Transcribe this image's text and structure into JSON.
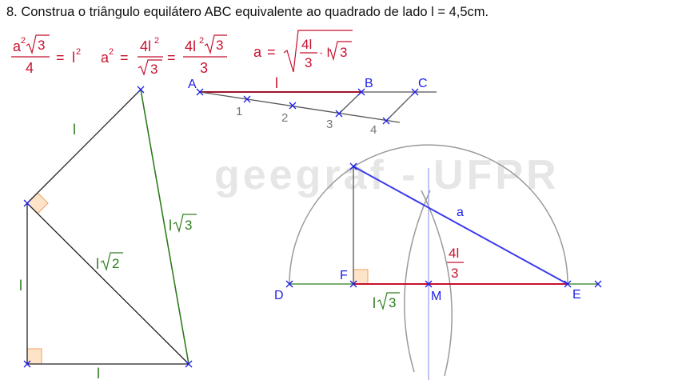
{
  "problem": {
    "text": "8. Construa o triângulo equilátero ABC equivalente ao quadrado de lado l = 4,5cm."
  },
  "watermark": "geegraf - UFPR",
  "formulas": {
    "eq1_num_a": "a",
    "eq1_num_exp": "2",
    "eq1_num_rad": "3",
    "eq1_den": "4",
    "eq1_equals": "=",
    "eq1_rhs_l": "l",
    "eq1_rhs_exp": "2",
    "eq2_lhs_a": "a",
    "eq2_lhs_exp": "2",
    "eq2_equals1": "=",
    "eq2_frac1_num": "4l",
    "eq2_frac1_num_exp": "2",
    "eq2_frac1_den_rad": "3",
    "eq2_equals2": "=",
    "eq2_frac2_num": "4l",
    "eq2_frac2_num_exp": "2",
    "eq2_frac2_num_rad": "3",
    "eq2_frac2_den": "3",
    "eq3_lhs": "a",
    "eq3_equals": "=",
    "eq3_inner_num": "4l",
    "eq3_inner_den": "3",
    "eq3_dot_l": "· l",
    "eq3_inner_rad": "3"
  },
  "left_figure": {
    "hyp_label": "l",
    "hyp_label_rad": "3",
    "diag_label": "l",
    "diag_label_rad": "2",
    "upper_leg_label": "l",
    "vertical_leg_label": "l",
    "bottom_leg_label": "l"
  },
  "division_figure": {
    "point_a": "A",
    "point_b": "B",
    "point_c": "C",
    "segment_label": "l",
    "tick_1": "1",
    "tick_2": "2",
    "tick_3": "3",
    "tick_4": "4"
  },
  "construction": {
    "point_d": "D",
    "point_f": "F",
    "point_m": "M",
    "point_e": "E",
    "side_a_label": "a",
    "fe_num": "4l",
    "fe_den": "3",
    "df_label": "l",
    "df_label_rad": "3"
  },
  "colors": {
    "red": "#c8102e",
    "green": "#2e7d1e",
    "blue": "#3a3af0",
    "marker_blue": "#1e1ee6",
    "gray_line": "#555555",
    "arc_gray": "#9a9a9a",
    "right_angle_fill": "#fde3c8",
    "right_angle_stroke": "#f0a060",
    "watermark": "#e6e6e6",
    "vertical_line": "#9a9af2"
  }
}
